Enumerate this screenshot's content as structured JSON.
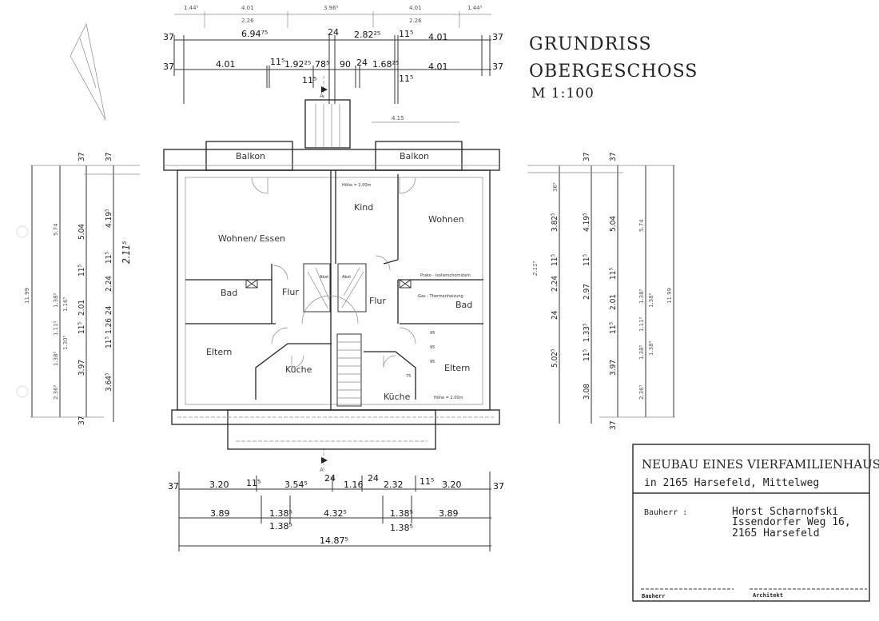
{
  "title": {
    "line1": "GRUNDRISS",
    "line2": "OBERGESCHOSS",
    "scale": "M 1:100"
  },
  "dims_top": {
    "row0": [
      "1.44⁵",
      "4.01",
      "3.96⁵",
      "4.01",
      "1.44⁵"
    ],
    "row0_sub": [
      "2.26",
      "2.26"
    ],
    "row1": [
      "37",
      "6.94⁷⁵",
      "24",
      "2.82²⁵",
      "11⁵",
      "4.01",
      "37"
    ],
    "row2": [
      "37",
      "4.01",
      "11⁵",
      "1.92²⁵",
      "78⁵",
      "90",
      "24",
      "1.68²⁵",
      "4.01",
      "37"
    ],
    "row2_extra": [
      "11⁵",
      "11⁵"
    ],
    "balcony": "4.15"
  },
  "dims_bottom": {
    "row1": [
      "37",
      "3.20",
      "11⁵",
      "3.54⁵",
      "24",
      "1.16",
      "24",
      "2.32",
      "11⁵",
      "3.20",
      "37"
    ],
    "row2": [
      "3.89",
      "1.38⁵",
      "4.32⁵",
      "1.38⁵",
      "3.89"
    ],
    "row2_sub": [
      "1.38⁵",
      "1.38⁵"
    ],
    "total": "14.87⁵"
  },
  "dims_left": {
    "total": "11.99",
    "col_a": [
      "5.74",
      "1.38⁵",
      "1.11⁵",
      "1.38⁵",
      "2.36⁵"
    ],
    "col_a_sub": [
      "1.16⁵",
      "1.30⁵"
    ],
    "col_b": [
      "37",
      "5.04",
      "11⁵",
      "2.01",
      "11⁵",
      "3.97",
      "37"
    ],
    "col_c": [
      "37",
      "4.19⁵",
      "11⁵",
      "2.24",
      "24",
      "1.26",
      "11⁵",
      "3.64⁵"
    ],
    "handwritten": "2.11⁵"
  },
  "dims_right": {
    "col_a": [
      "36⁵",
      "3.82⁵",
      "11⁵",
      "2.24",
      "24",
      "5.02⁵"
    ],
    "col_b": [
      "37",
      "4.19⁵",
      "11⁵",
      "2.97",
      "1.33⁵",
      "11⁵",
      "3.08",
      "37"
    ],
    "col_c": [
      "37",
      "5.04",
      "11⁵",
      "2.01",
      "11⁵",
      "3.97"
    ],
    "col_d": [
      "5.74",
      "1.38⁵",
      "1.11⁵",
      "1.38⁵",
      "2.36⁵"
    ],
    "col_d_sub": [
      "1.38⁵",
      "1.38⁵"
    ],
    "total": "11.99",
    "handwritten": "2.11⁵"
  },
  "rooms": {
    "balkon_left": "Balkon",
    "balkon_right": "Balkon",
    "wohnen_essen": "Wohnen/ Essen",
    "kind": "Kind",
    "wohnen": "Wohnen",
    "bad_left": "Bad",
    "flur_left": "Flur",
    "flur_right": "Flur",
    "bad_right": "Bad",
    "eltern_left": "Eltern",
    "kueche_left": "Küche",
    "kueche_right": "Küche",
    "eltern_right": "Eltern",
    "hoehe_top": "Höhe = 2.00m",
    "hoehe_bottom": "Höhe = 2.00m",
    "schornstein": "Prako - Isolierschornstein",
    "therme": "Gas - Thermenheizung",
    "stair_left": "Abst",
    "stair_right": "Abst",
    "step_a": "95",
    "step_b": "95",
    "step_c": "95",
    "step_d": "75",
    "section_marker": "A"
  },
  "title_block": {
    "heading": "NEUBAU EINES VIERFAMILIENHAUSES",
    "location": "in 2165 Harsefeld, Mittelweg",
    "client_label": "Bauherr :",
    "client_name": "Horst Scharnofski",
    "client_street": "Issendorfer Weg 16,",
    "client_city": "2165 Harsefeld",
    "sign_client": "Bauherr",
    "sign_architect": "Architekt"
  }
}
